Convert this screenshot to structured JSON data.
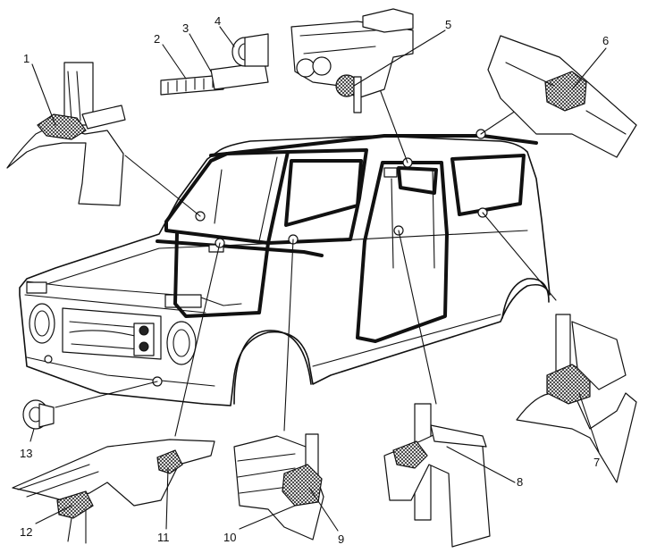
{
  "callouts": [
    {
      "id": "1",
      "label": "1"
    },
    {
      "id": "2",
      "label": "2"
    },
    {
      "id": "3",
      "label": "3"
    },
    {
      "id": "4",
      "label": "4"
    },
    {
      "id": "5",
      "label": "5"
    },
    {
      "id": "6",
      "label": "6"
    },
    {
      "id": "7",
      "label": "7"
    },
    {
      "id": "8",
      "label": "8"
    },
    {
      "id": "9",
      "label": "9"
    },
    {
      "id": "10",
      "label": "10"
    },
    {
      "id": "11",
      "label": "11"
    },
    {
      "id": "12",
      "label": "12"
    },
    {
      "id": "13",
      "label": "13"
    }
  ],
  "colors": {
    "ink": "#111111",
    "paper": "#ffffff"
  }
}
